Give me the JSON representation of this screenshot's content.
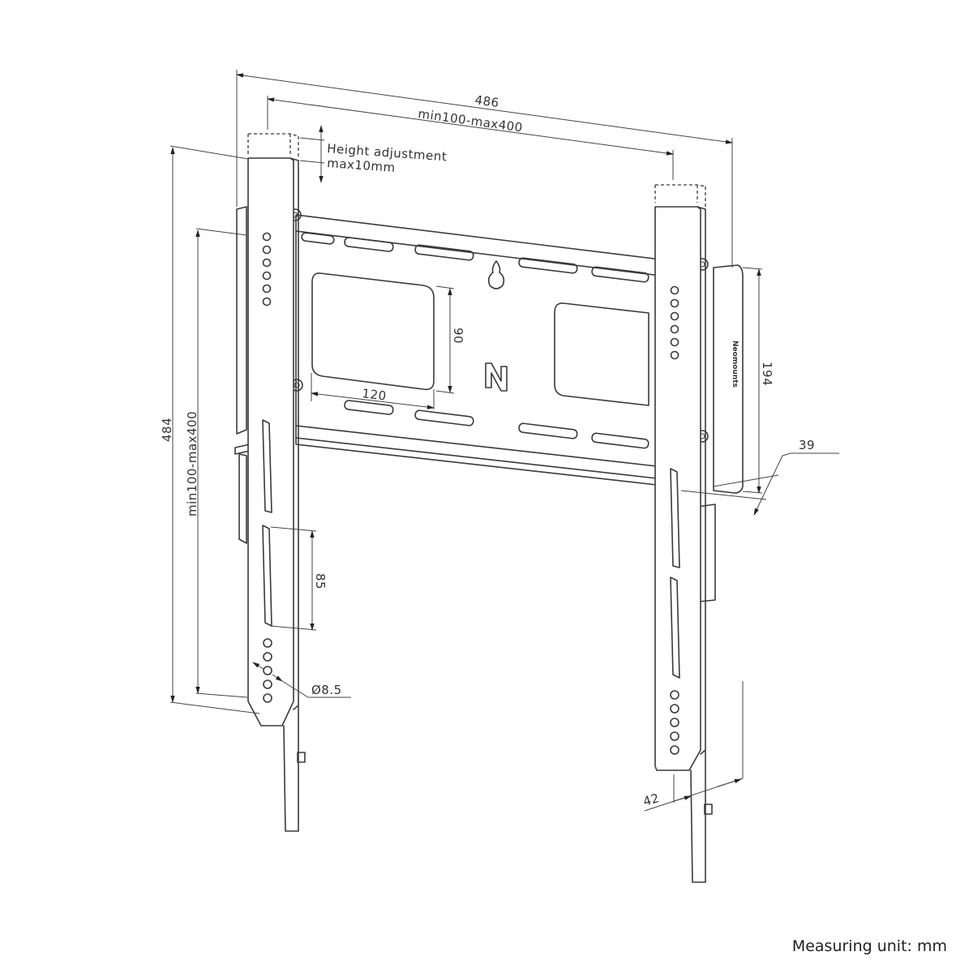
{
  "drawing": {
    "subject": "Fixed TV wall mount bracket (technical dimension drawing)",
    "brand_mark": "N",
    "side_bracket_brand_text": "Neomounts",
    "colors": {
      "line": "#3a3a3a",
      "text": "#333333",
      "background": "#ffffff"
    },
    "dimensions": {
      "total_width": "486",
      "adjustable_width": "min100-max400",
      "height_adjustment_line1": "Height adjustment",
      "height_adjustment_line2": "max10mm",
      "total_height": "484",
      "adjustable_height": "min100-max400",
      "slot_spacing": "85",
      "hole_diameter": "Ø8.5",
      "vesa_horizontal": "120",
      "vesa_vertical": "90",
      "wall_plate_height": "194",
      "wall_distance": "39",
      "arm_depth": "42"
    }
  },
  "footer": {
    "measuring_unit": "Measuring unit: mm"
  }
}
